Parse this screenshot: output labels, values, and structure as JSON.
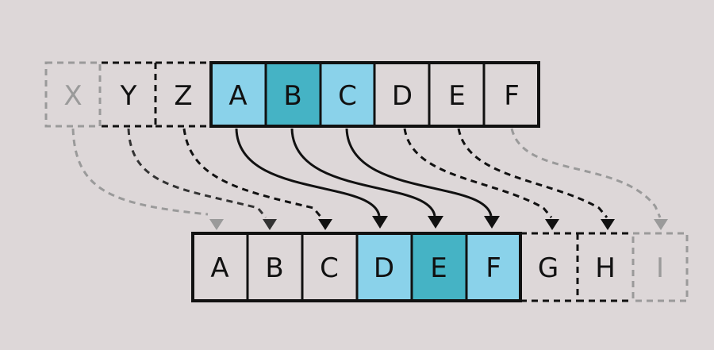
{
  "colors": {
    "background": "#ddd7d8",
    "cell_plain": "#ddd7d8",
    "cell_light_blue": "#8ad2ea",
    "cell_teal": "#45b3c5",
    "stroke_solid": "#111111",
    "stroke_dashed_dark": "#111111",
    "stroke_dashed_mid": "#333333",
    "stroke_dashed_light": "#9a9a9a",
    "text_dark": "#111111",
    "text_faded": "#9a9a9a"
  },
  "top_row": {
    "cells": [
      {
        "label": "X",
        "style": "ghost"
      },
      {
        "label": "Y",
        "style": "dashed"
      },
      {
        "label": "Z",
        "style": "dashed"
      },
      {
        "label": "A",
        "style": "light-blue"
      },
      {
        "label": "B",
        "style": "teal"
      },
      {
        "label": "C",
        "style": "light-blue"
      },
      {
        "label": "D",
        "style": "plain"
      },
      {
        "label": "E",
        "style": "plain"
      },
      {
        "label": "F",
        "style": "plain"
      }
    ]
  },
  "bottom_row": {
    "cells": [
      {
        "label": "A",
        "style": "plain"
      },
      {
        "label": "B",
        "style": "plain"
      },
      {
        "label": "C",
        "style": "plain"
      },
      {
        "label": "D",
        "style": "light-blue"
      },
      {
        "label": "E",
        "style": "teal"
      },
      {
        "label": "F",
        "style": "light-blue"
      },
      {
        "label": "G",
        "style": "dashed"
      },
      {
        "label": "H",
        "style": "dashed"
      },
      {
        "label": "I",
        "style": "ghost"
      }
    ]
  },
  "arrows": [
    {
      "from": "X",
      "to": "A",
      "style": "dashed-light"
    },
    {
      "from": "Y",
      "to": "B",
      "style": "dashed-mid"
    },
    {
      "from": "Z",
      "to": "C",
      "style": "dashed-dark"
    },
    {
      "from": "A",
      "to": "D",
      "style": "solid"
    },
    {
      "from": "B",
      "to": "E",
      "style": "solid"
    },
    {
      "from": "C",
      "to": "F",
      "style": "solid"
    },
    {
      "from": "D",
      "to": "G",
      "style": "dashed-dark"
    },
    {
      "from": "E",
      "to": "H",
      "style": "dashed-dark"
    },
    {
      "from": "F",
      "to": "I",
      "style": "dashed-light"
    }
  ]
}
